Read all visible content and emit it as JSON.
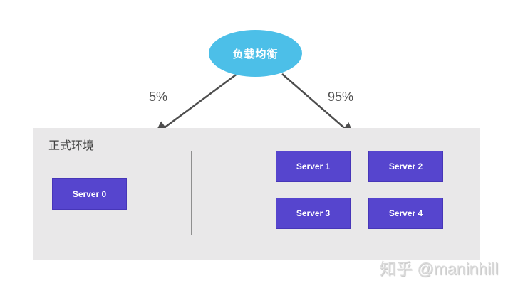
{
  "diagram": {
    "load_balancer": {
      "label": "负载均衡",
      "fill_color": "#4cbfe8",
      "text_color": "#ffffff"
    },
    "edges": [
      {
        "target_group": "left",
        "weight": "5%"
      },
      {
        "target_group": "right",
        "weight": "95%"
      }
    ],
    "environment": {
      "label": "正式环境",
      "background_color": "#e9e8e9"
    },
    "servers": [
      {
        "label": "Server 0",
        "group": "left"
      },
      {
        "label": "Server 1",
        "group": "right"
      },
      {
        "label": "Server 2",
        "group": "right"
      },
      {
        "label": "Server 3",
        "group": "right"
      },
      {
        "label": "Server 4",
        "group": "right"
      }
    ],
    "server_fill_color": "#5645ce",
    "arrow_color": "#4d4d4d"
  },
  "watermark": {
    "text": "知乎 @maninhill"
  }
}
